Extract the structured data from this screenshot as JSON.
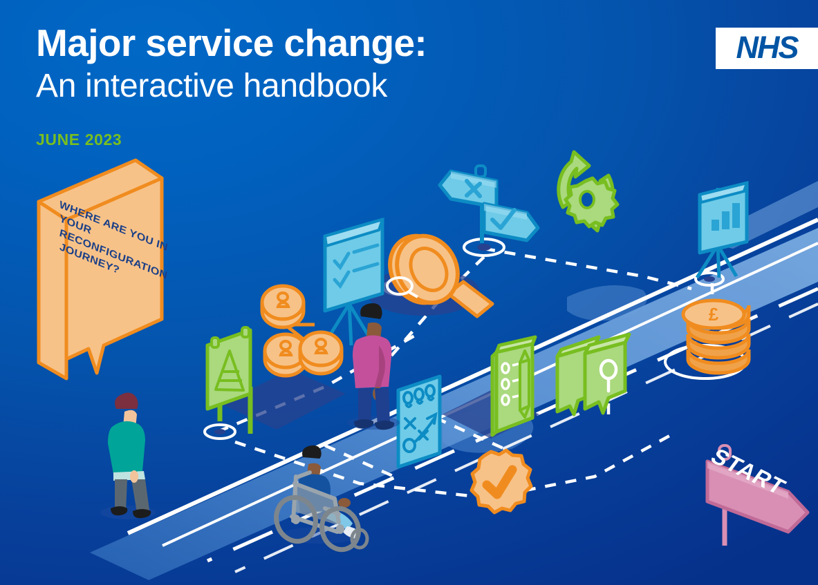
{
  "document": {
    "title_main": "Major service change:",
    "title_sub": "An interactive handbook",
    "date": "JUNE 2023",
    "brand": "NHS"
  },
  "speech_bubble": {
    "text": "WHERE ARE YOU IN YOUR RECONFIGURATION JOURNEY?"
  },
  "signpost": {
    "start_label": "START"
  },
  "colors": {
    "nhs_blue": "#005EB8",
    "background_light": "#0168c6",
    "background_dark": "#06318b",
    "accent_green": "#78be20",
    "light_green": "#aad97e",
    "cyan": "#41b6e6",
    "orange": "#f08c1f",
    "light_orange": "#f7c288",
    "pink": "#d98fb4",
    "magenta": "#c4509b",
    "teal": "#00a499",
    "white": "#ffffff",
    "path_blue": "#5f96d8"
  },
  "illustration": {
    "description": "Isometric journey scene with path, people and icons",
    "icons": [
      {
        "name": "checklist-flipchart-icon",
        "label": "Checklist flipchart",
        "color": "#41b6e6"
      },
      {
        "name": "signpost-decision-icon",
        "label": "Decision signpost with cross and tick",
        "color": "#41b6e6"
      },
      {
        "name": "magnifying-glass-icon",
        "label": "Magnifying glass",
        "color": "#f08c1f"
      },
      {
        "name": "gear-cycle-icon",
        "label": "Gear with circular arrows",
        "color": "#aad97e"
      },
      {
        "name": "bar-chart-screen-icon",
        "label": "Projector screen with bar chart",
        "color": "#41b6e6"
      },
      {
        "name": "coin-stack-icon",
        "label": "Stack of pound coins",
        "color": "#f08c1f"
      },
      {
        "name": "stakeholder-network-icon",
        "label": "Three linked people discs",
        "color": "#f08c1f"
      },
      {
        "name": "billboard-pyramid-icon",
        "label": "Billboard with pyramid chart",
        "color": "#78be20"
      },
      {
        "name": "strategy-board-icon",
        "label": "Strategy tactics board",
        "color": "#41b6e6"
      },
      {
        "name": "clipboard-pencil-icon",
        "label": "Clipboard with pencil",
        "color": "#aad97e"
      },
      {
        "name": "speech-bubbles-question-icon",
        "label": "Speech bubbles with question mark",
        "color": "#aad97e"
      },
      {
        "name": "approval-badge-icon",
        "label": "Badge with tick",
        "color": "#f08c1f"
      }
    ],
    "people": [
      {
        "name": "person-walking-teal",
        "top_color": "#00a499",
        "trousers_color": "#5b6770"
      },
      {
        "name": "person-standing-magenta",
        "top_color": "#c4509b",
        "trousers_color": "#1f3f8f"
      },
      {
        "name": "person-wheelchair-user",
        "top_color": "#1452a0",
        "trousers_color": "#7fc8e8"
      }
    ]
  }
}
